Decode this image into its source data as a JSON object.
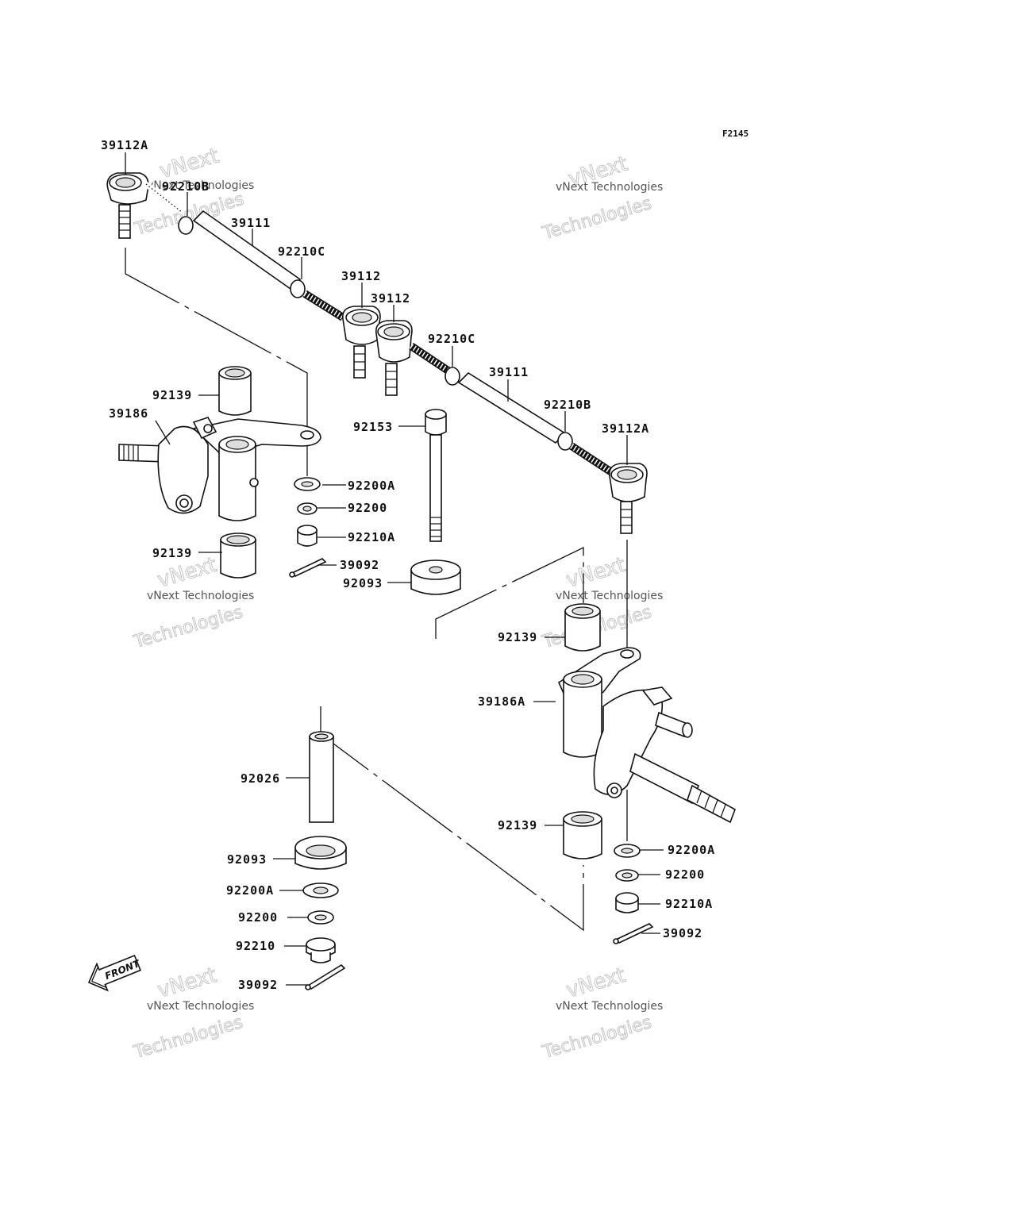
{
  "diagram_code": "F2145",
  "front_label": "FRONT",
  "watermark": {
    "line1": "vNext Technologies",
    "line2": "vNext",
    "line3": "Technologies"
  },
  "labels": [
    "39112A",
    "92210B",
    "39111",
    "92210C",
    "39112",
    "39112",
    "92210C",
    "39111",
    "92210B",
    "39112A",
    "92139",
    "39186",
    "92153",
    "92200A",
    "92200",
    "92210A",
    "39092",
    "92093",
    "92139",
    "92139",
    "39186A",
    "92026",
    "92139",
    "92093",
    "92200A",
    "92200A",
    "92200",
    "92200",
    "92210A",
    "92210",
    "39092",
    "39092"
  ]
}
